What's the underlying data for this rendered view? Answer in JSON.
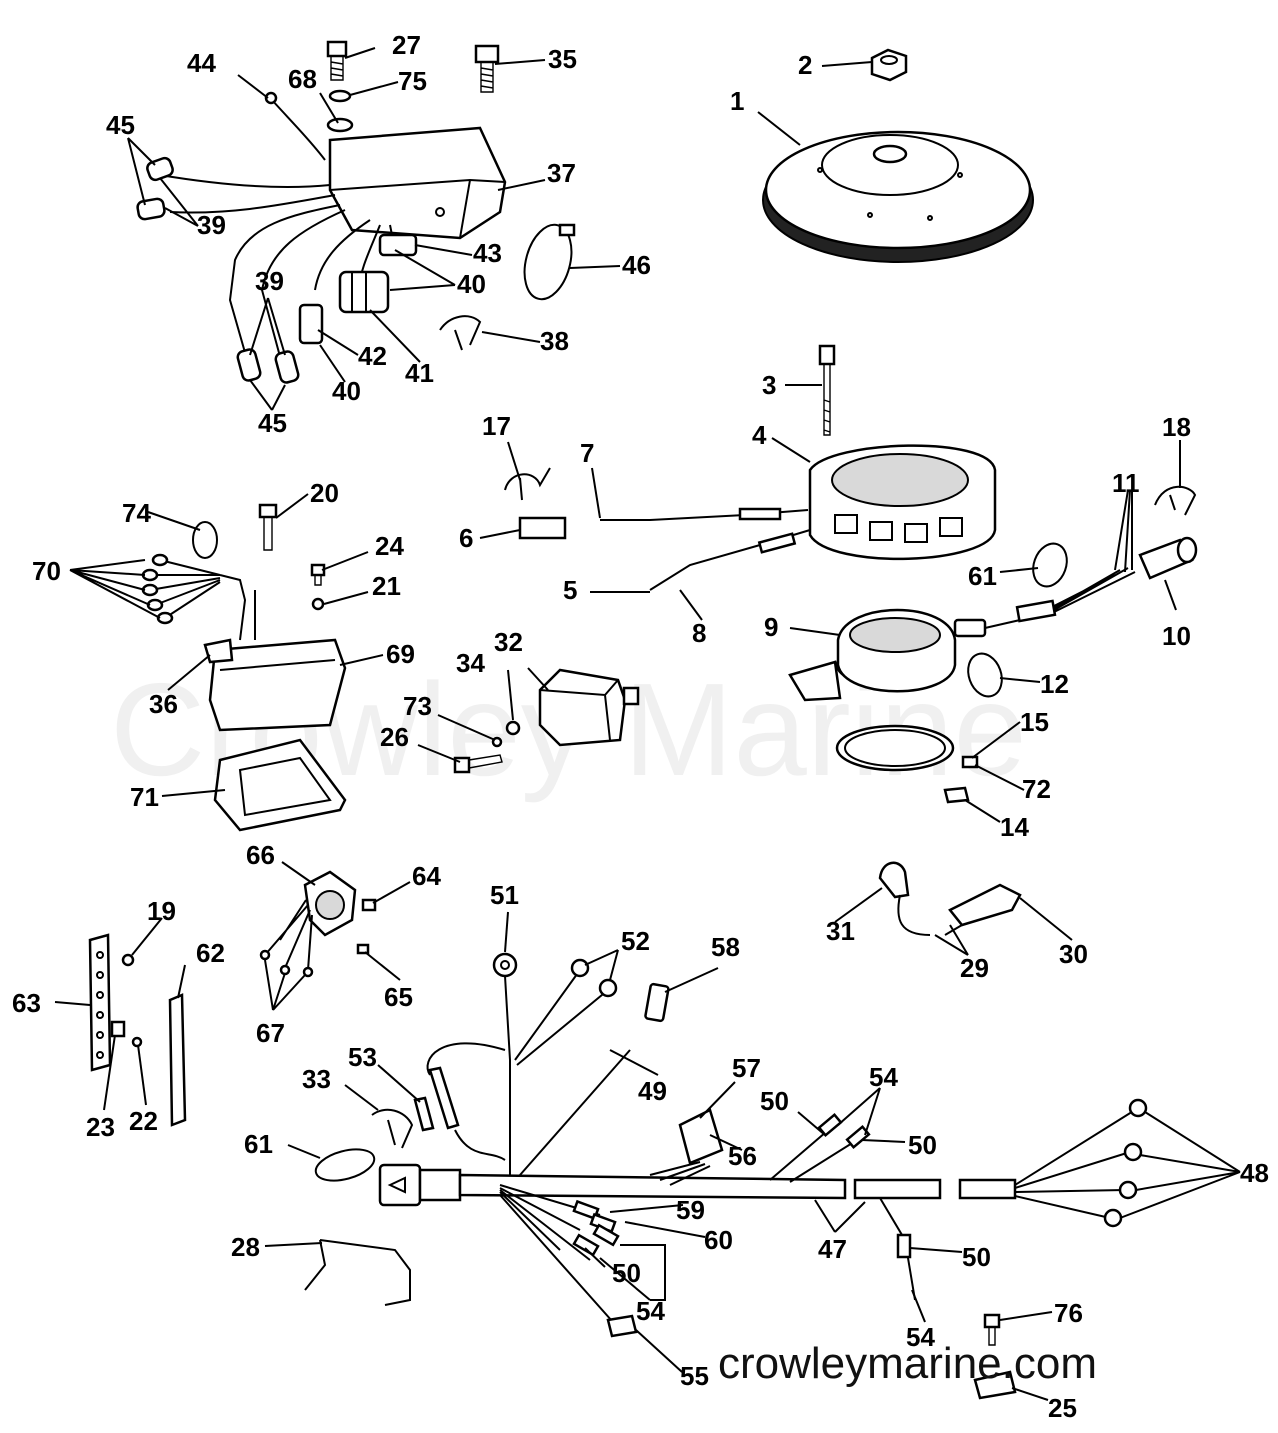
{
  "watermark": "Crowley Marine",
  "website": "crowleymarine.com",
  "callouts": {
    "c1": "1",
    "c2": "2",
    "c3": "3",
    "c4": "4",
    "c5": "5",
    "c6": "6",
    "c7": "7",
    "c8": "8",
    "c9": "9",
    "c10": "10",
    "c11": "11",
    "c12": "12",
    "c14": "14",
    "c15": "15",
    "c17": "17",
    "c18": "18",
    "c19": "19",
    "c20": "20",
    "c21": "21",
    "c22": "22",
    "c23": "23",
    "c24": "24",
    "c25": "25",
    "c26": "26",
    "c27": "27",
    "c28": "28",
    "c29": "29",
    "c30": "30",
    "c31": "31",
    "c32": "32",
    "c33": "33",
    "c34": "34",
    "c35": "35",
    "c36": "36",
    "c37": "37",
    "c38": "38",
    "c39a": "39",
    "c39b": "39",
    "c40a": "40",
    "c40b": "40",
    "c41": "41",
    "c42": "42",
    "c43": "43",
    "c44": "44",
    "c45a": "45",
    "c45b": "45",
    "c46": "46",
    "c47": "47",
    "c48": "48",
    "c49": "49",
    "c50a": "50",
    "c50b": "50",
    "c50c": "50",
    "c50d": "50",
    "c51": "51",
    "c52": "52",
    "c53": "53",
    "c54a": "54",
    "c54b": "54",
    "c54c": "54",
    "c55": "55",
    "c56": "56",
    "c57": "57",
    "c58": "58",
    "c59": "59",
    "c60": "60",
    "c61a": "61",
    "c61b": "61",
    "c62": "62",
    "c63": "63",
    "c64": "64",
    "c65": "65",
    "c66": "66",
    "c67": "67",
    "c68": "68",
    "c69": "69",
    "c70": "70",
    "c71": "71",
    "c72": "72",
    "c73": "73",
    "c74": "74",
    "c75": "75",
    "c76": "76"
  }
}
